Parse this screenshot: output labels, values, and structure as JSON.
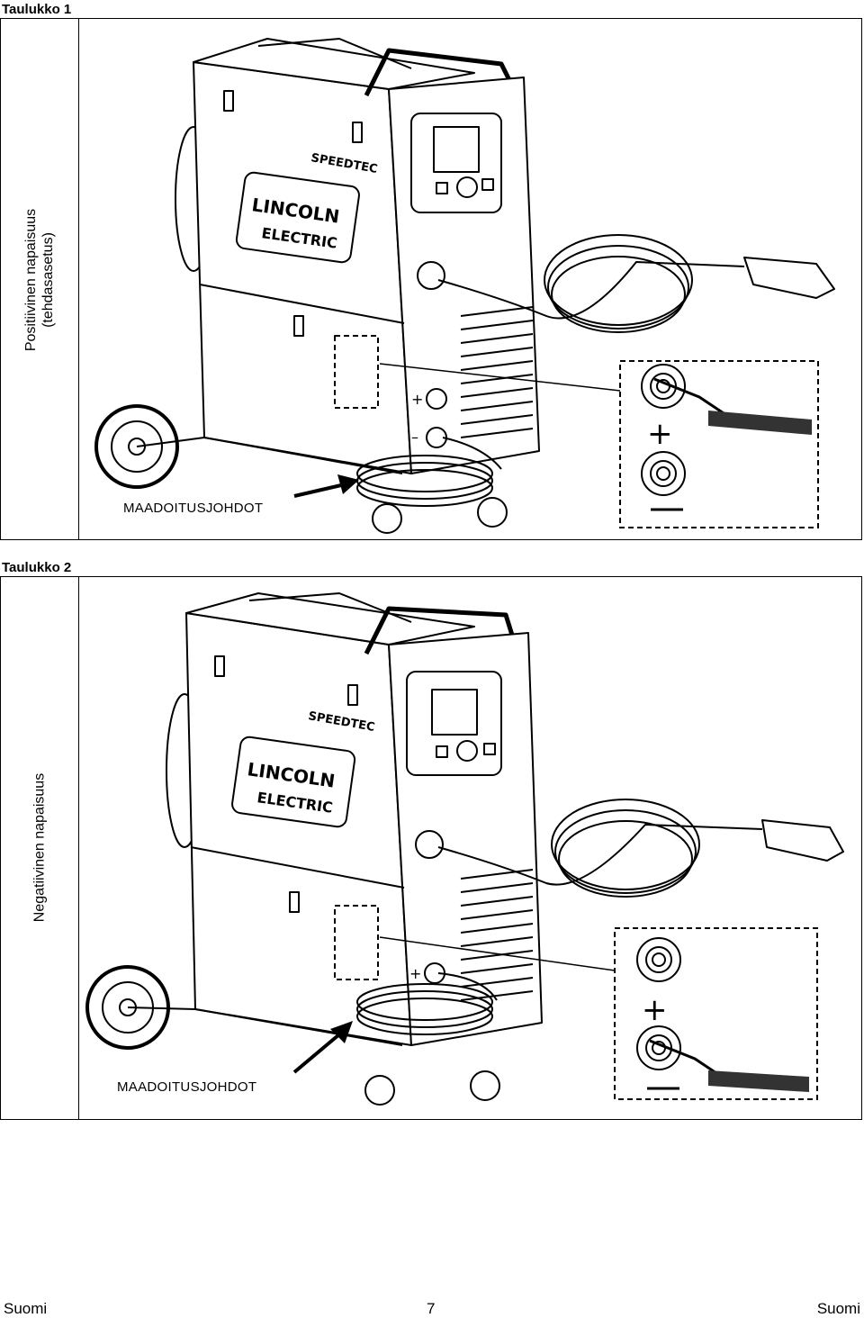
{
  "table1": {
    "title": "Taulukko 1",
    "side_label_line1": "Positiivinen napaisuus",
    "side_label_line2": "(tehdasasetus)",
    "ground_label": "MAADOITUSJOHDOT",
    "brand_logo_1": "LINCOLN",
    "brand_logo_2": "ELECTRIC",
    "model_logo": "SPEEDTEC"
  },
  "table2": {
    "title": "Taulukko 2",
    "side_label": "Negatiivinen napaisuus",
    "ground_label": "MAADOITUSJOHDOT",
    "brand_logo_1": "LINCOLN",
    "brand_logo_2": "ELECTRIC",
    "model_logo": "SPEEDTEC"
  },
  "footer": {
    "left": "Suomi",
    "page_number": "7",
    "right": "Suomi"
  }
}
